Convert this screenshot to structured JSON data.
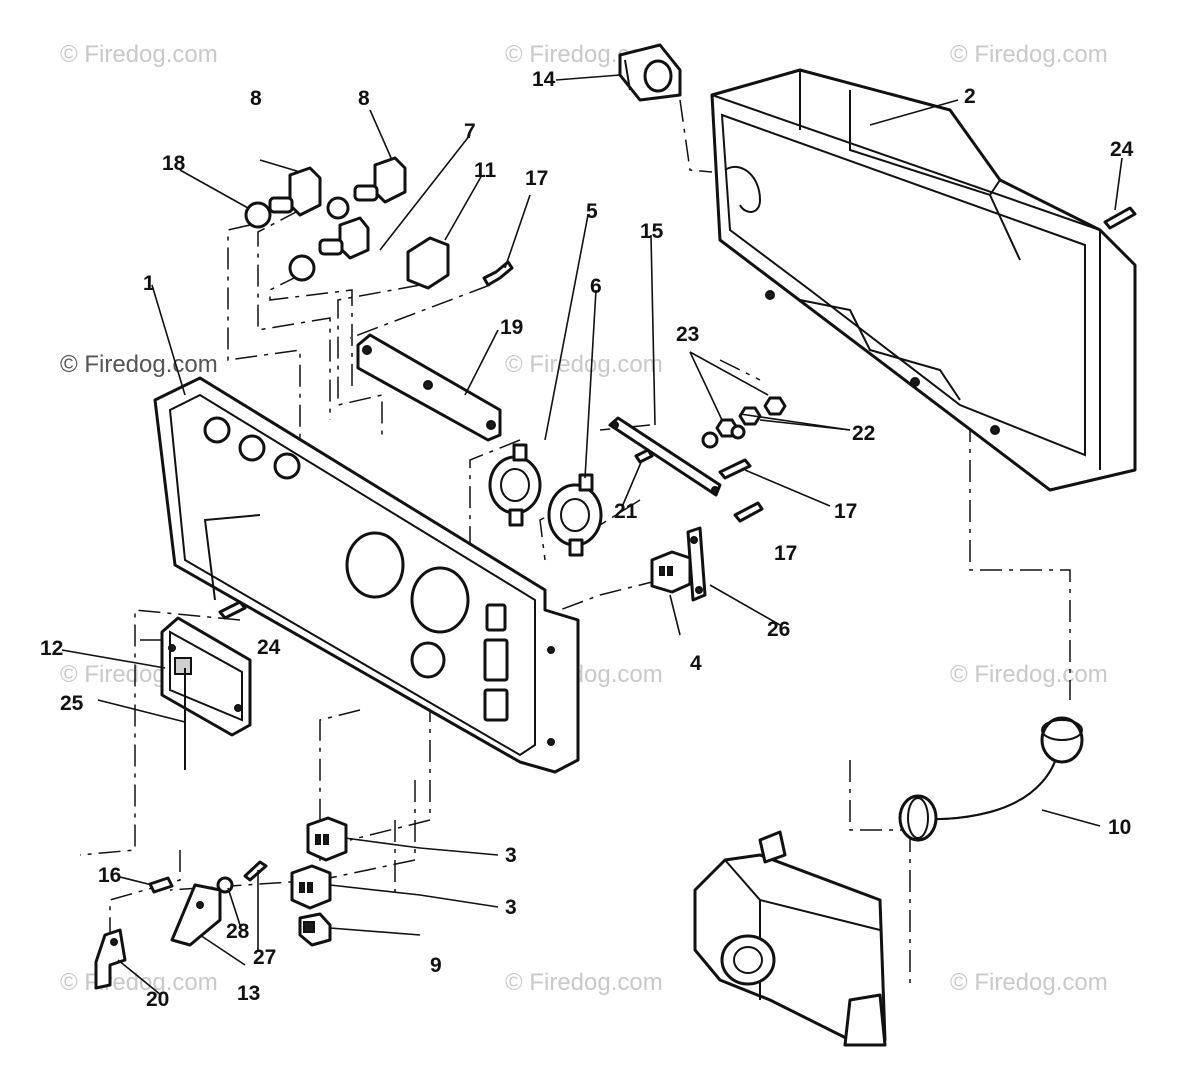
{
  "watermark": {
    "text": "© Firedog.com"
  },
  "callouts": {
    "c1": "1",
    "c2": "2",
    "c3a": "3",
    "c3b": "3",
    "c4": "4",
    "c5": "5",
    "c6": "6",
    "c7": "7",
    "c8a": "8",
    "c8b": "8",
    "c9": "9",
    "c10": "10",
    "c11": "11",
    "c12": "12",
    "c13": "13",
    "c14": "14",
    "c15": "15",
    "c16": "16",
    "c17a": "17",
    "c17b": "17",
    "c17c": "17",
    "c18": "18",
    "c19": "19",
    "c20": "20",
    "c21": "21",
    "c22": "22",
    "c23": "23",
    "c24a": "24",
    "c24b": "24",
    "c25": "25",
    "c26": "26",
    "c27": "27",
    "c28": "28"
  }
}
